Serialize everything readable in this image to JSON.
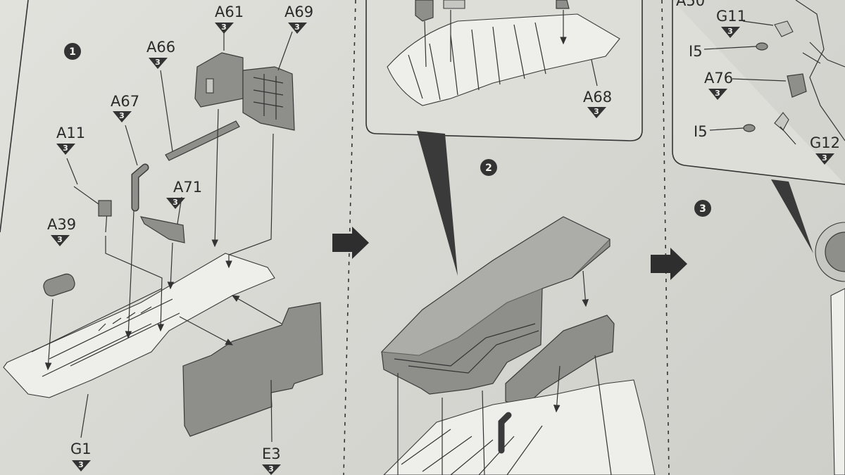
{
  "steps": {
    "step1": {
      "number": "1",
      "parts": [
        {
          "code": "A61",
          "qty": "3"
        },
        {
          "code": "A69",
          "qty": "3"
        },
        {
          "code": "A66",
          "qty": "3"
        },
        {
          "code": "A67",
          "qty": "3"
        },
        {
          "code": "A11",
          "qty": "3"
        },
        {
          "code": "A71",
          "qty": "3"
        },
        {
          "code": "A39",
          "qty": "3"
        },
        {
          "code": "G1",
          "qty": "3"
        },
        {
          "code": "E3",
          "qty": "3"
        }
      ]
    },
    "step2": {
      "number": "2",
      "parts": [
        {
          "code": "A68",
          "qty": "3"
        }
      ]
    },
    "step3": {
      "number": "3",
      "parts": [
        {
          "code": "A50",
          "qty": ""
        },
        {
          "code": "G11",
          "qty": "3"
        },
        {
          "code": "I5",
          "qty": ""
        },
        {
          "code": "A76",
          "qty": "3"
        },
        {
          "code": "I5",
          "qty": ""
        },
        {
          "code": "G12",
          "qty": "3"
        }
      ]
    }
  },
  "colors": {
    "paper": "#dcdcd7",
    "ink": "#2a2a2a",
    "part_fill": "#8e8e8b"
  }
}
